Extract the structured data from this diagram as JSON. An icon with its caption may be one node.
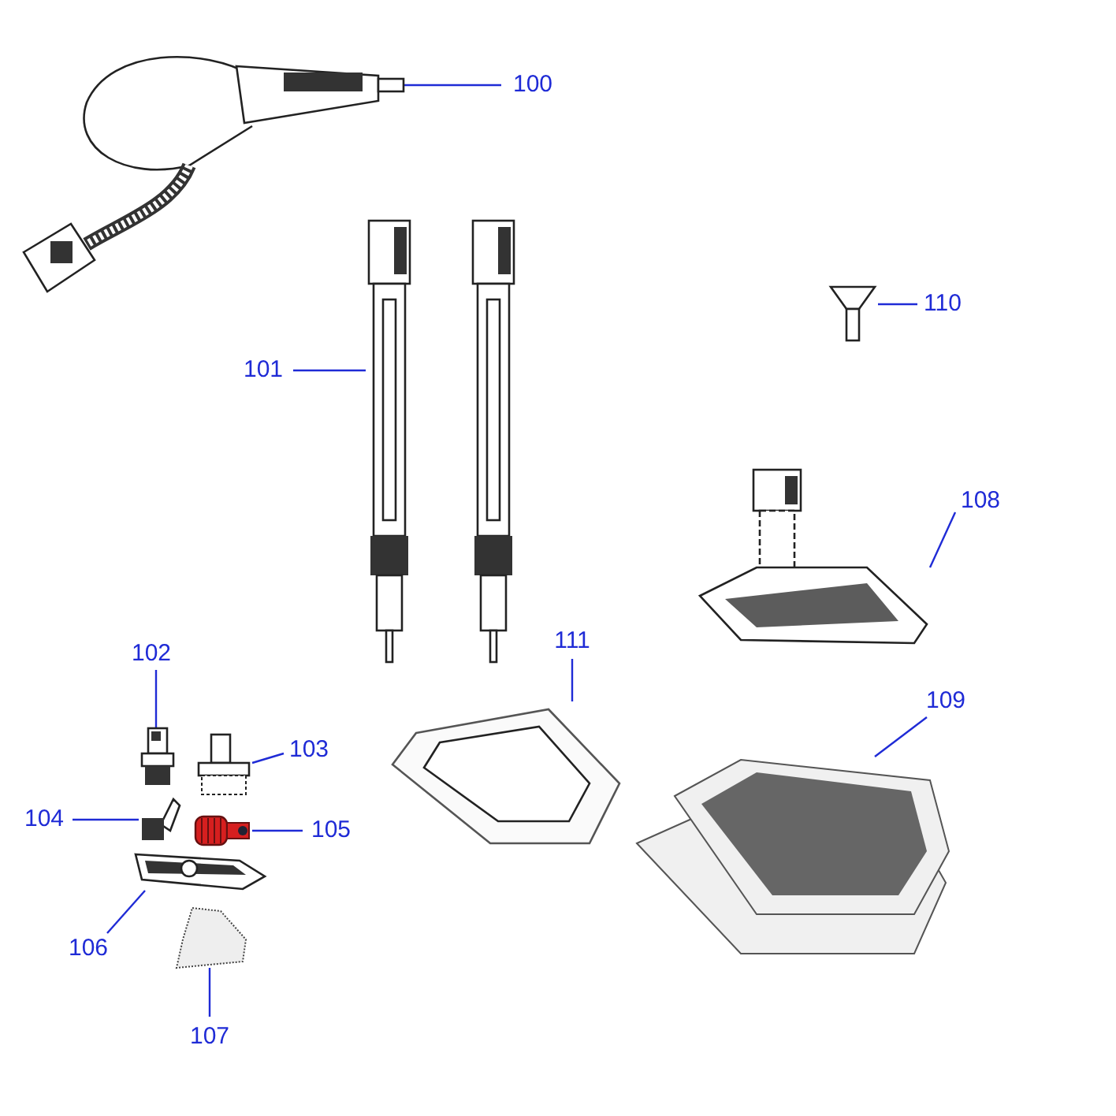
{
  "diagram": {
    "nodes": [
      {
        "text": [
          "100"
        ]
      },
      {
        "text": [
          "101"
        ]
      },
      {
        "text": [
          "102"
        ]
      },
      {
        "text": [
          "103"
        ]
      },
      {
        "text": [
          "104"
        ]
      },
      {
        "text": [
          "105"
        ]
      },
      {
        "text": [
          "106"
        ]
      },
      {
        "text": [
          "107"
        ]
      },
      {
        "text": [
          "108"
        ]
      },
      {
        "text": [
          "109"
        ]
      },
      {
        "text": [
          "110"
        ]
      },
      {
        "text": [
          "111"
        ]
      },
      {
        "text": [],
        "shape": "picture"
      },
      {
        "text": [],
        "shape": "picture"
      },
      {
        "text": [],
        "shape": "picture"
      },
      {
        "text": [],
        "shape": "picture"
      },
      {
        "text": [],
        "shape": "picture"
      },
      {
        "text": [],
        "shape": "picture"
      },
      {
        "text": [],
        "shape": "picture"
      },
      {
        "text": [],
        "shape": "picture"
      },
      {
        "text": [],
        "shape": "picture"
      },
      {
        "text": [],
        "shape": "picture"
      },
      {
        "text": [],
        "shape": "picture"
      },
      {
        "text": [],
        "shape": "picture"
      },
      {
        "text": [],
        "shape": "picture"
      }
    ],
    "edges": [
      {
        "from": 0,
        "to": 12,
        "arrow": "none"
      },
      {
        "from": 1,
        "to": 13,
        "arrow": "none"
      },
      {
        "from": 2,
        "to": 14,
        "arrow": "none"
      },
      {
        "from": 3,
        "to": 15,
        "arrow": "none"
      },
      {
        "from": 4,
        "to": 16,
        "arrow": "none"
      },
      {
        "from": 5,
        "to": 17,
        "arrow": "none"
      },
      {
        "from": 6,
        "to": 18,
        "arrow": "none"
      },
      {
        "from": 7,
        "to": 19,
        "arrow": "none"
      },
      {
        "from": 8,
        "to": 20,
        "arrow": "none"
      },
      {
        "from": 9,
        "to": 21,
        "arrow": "none"
      },
      {
        "from": 10,
        "to": 22,
        "arrow": "none"
      },
      {
        "from": 11,
        "to": 23,
        "arrow": "none"
      }
    ]
  }
}
